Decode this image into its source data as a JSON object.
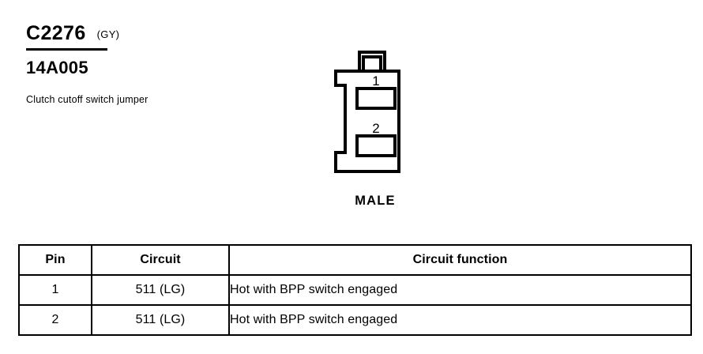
{
  "connector": {
    "id": "C2276",
    "color_code": "(GY)",
    "part_number": "14A005",
    "description": "Clutch cutoff switch jumper",
    "type_label": "MALE",
    "pin_labels": [
      "1",
      "2"
    ]
  },
  "table": {
    "headers": [
      "Pin",
      "Circuit",
      "Circuit function"
    ],
    "rows": [
      {
        "pin": "1",
        "circuit": "511 (LG)",
        "function": "Hot with BPP switch engaged"
      },
      {
        "pin": "2",
        "circuit": "511 (LG)",
        "function": "Hot with BPP switch engaged"
      }
    ]
  },
  "colors": {
    "ink": "#000000",
    "paper": "#ffffff"
  }
}
